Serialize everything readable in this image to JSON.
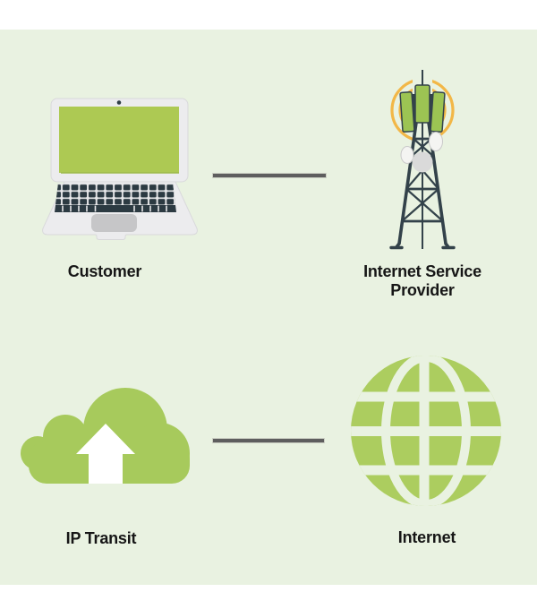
{
  "canvas": {
    "page_background": "#ffffff",
    "background": "#e9f2e1"
  },
  "palette": {
    "green": "#a7ca5c",
    "screen_green": "#adc953",
    "globe_green": "#accd5f",
    "tower_dark": "#33424a",
    "signal_orange": "#f2b747",
    "connector_gray": "#5e5e5e",
    "laptop_body": "#ececee",
    "text": "#161616",
    "arrow_white": "#ffffff"
  },
  "nodes": {
    "customer": {
      "label": "Customer",
      "icon": "laptop-icon"
    },
    "isp": {
      "label": "Internet Service Provider",
      "icon": "cell-tower-icon"
    },
    "ip_transit": {
      "label": "IP Transit",
      "icon": "cloud-upload-icon"
    },
    "internet": {
      "label": "Internet",
      "icon": "globe-icon"
    }
  },
  "connections": [
    {
      "from": "Customer",
      "to": "Internet Service Provider"
    },
    {
      "from": "IP Transit",
      "to": "Internet"
    }
  ]
}
